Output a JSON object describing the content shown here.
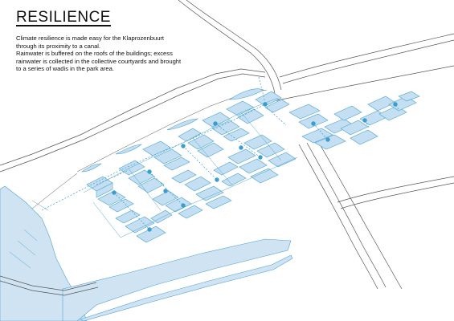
{
  "title": "RESILIENCE",
  "description_lines": [
    "Climate resilience is made easy for the Klaprozenbuurt",
    "through its proximity to a canal.",
    "Rainwater is buffered on the roofs of the buildings; excess",
    "rainwater is collected in the collective courtyards and brought",
    "to a series of wadis in the park area."
  ],
  "colors": {
    "water": "#cfe3f2",
    "water_dark": "#a9cde6",
    "roof": "#c4dff1",
    "outline": "#4ea3d3",
    "collection_point": "#3b9ccf",
    "flow_line": "#3b9ccf",
    "road_line": "#555555",
    "text": "#111111"
  }
}
